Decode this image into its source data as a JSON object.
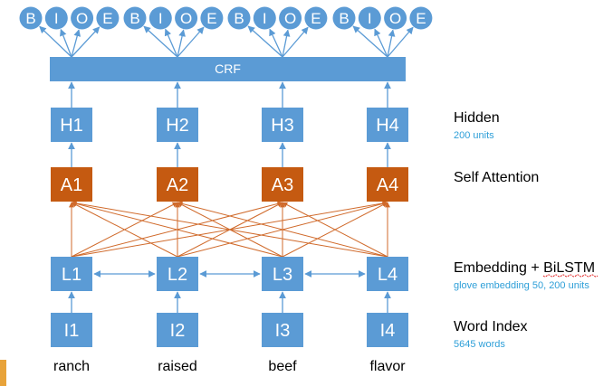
{
  "tags": [
    "B",
    "I",
    "O",
    "E"
  ],
  "words": [
    "ranch",
    "raised",
    "beef",
    "flavor"
  ],
  "crf_label": "CRF",
  "layers": {
    "hidden": {
      "boxes": [
        "H1",
        "H2",
        "H3",
        "H4"
      ],
      "title": "Hidden",
      "subtitle": "200 units"
    },
    "attention": {
      "boxes": [
        "A1",
        "A2",
        "A3",
        "A4"
      ],
      "title": "Self Attention"
    },
    "embedding": {
      "boxes": [
        "L1",
        "L2",
        "L3",
        "L4"
      ],
      "title": "Embedding + BiLSTM",
      "subtitle": "glove embedding 50, 200 units"
    },
    "index": {
      "boxes": [
        "I1",
        "I2",
        "I3",
        "I4"
      ],
      "title": "Word Index",
      "subtitle": "5645 words"
    }
  },
  "colors": {
    "blue": "#5b9bd5",
    "orange": "#c55a11",
    "subtitle": "#2e9fd8",
    "corner": "#e8a33a"
  }
}
